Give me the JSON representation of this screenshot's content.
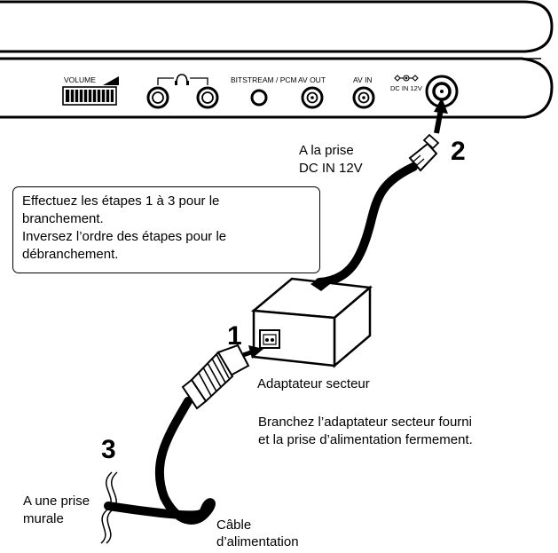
{
  "panel": {
    "volume": "VOLUME",
    "bitstream": "BITSTREAM / PCM",
    "av_out": "AV OUT",
    "av_in": "AV IN",
    "dc_in": "DC IN 12V"
  },
  "steps": {
    "one": "1",
    "two": "2",
    "three": "3"
  },
  "labels": {
    "dc_jack_line1": "A la prise",
    "dc_jack_line2": "DC IN 12V",
    "adapter": "Adaptateur secteur",
    "instruction_line1": "Branchez l’adaptateur secteur fourni",
    "instruction_line2": "et la prise d’alimentation fermement.",
    "wall_line1": "A une prise",
    "wall_line2": "murale",
    "cable_line1": "Câble",
    "cable_line2": "d’alimentation"
  },
  "note": {
    "line1": "Effectuez les étapes 1 à 3 pour le",
    "line2": "branchement.",
    "line3": "Inversez l’ordre des étapes pour le",
    "line4": "débranchement."
  }
}
